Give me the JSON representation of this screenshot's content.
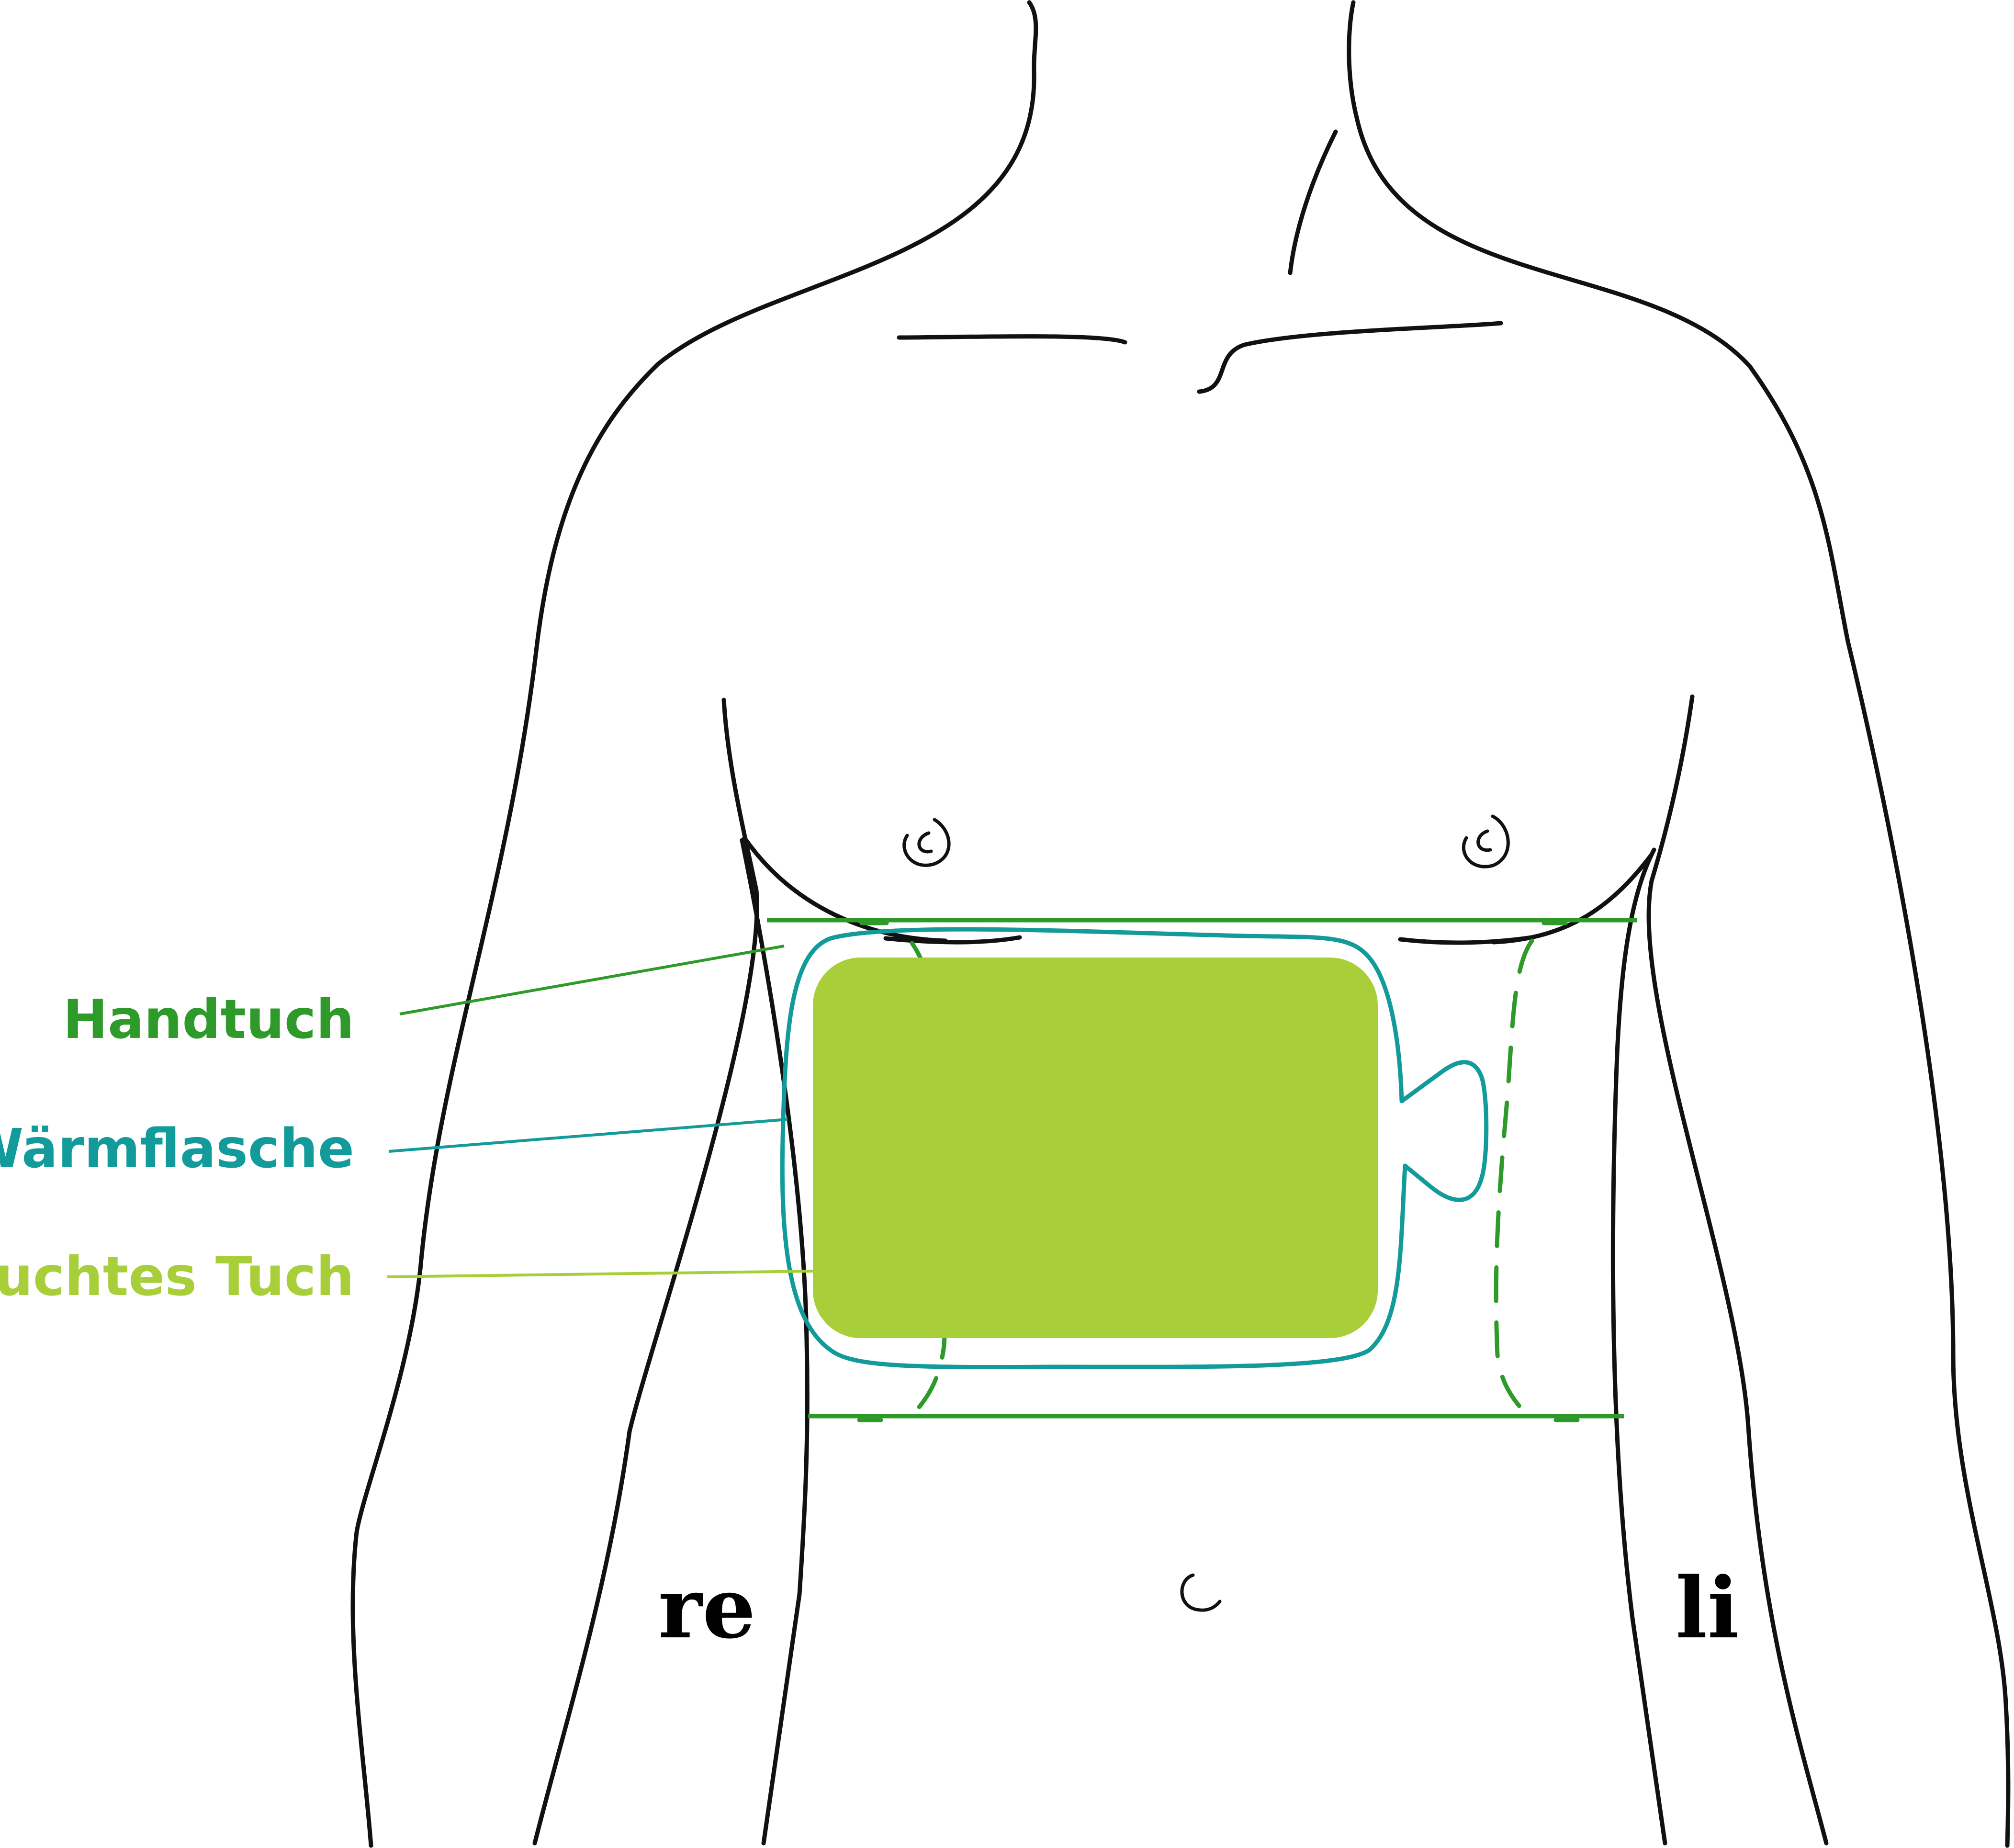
{
  "labels": {
    "handtuch": "Handtuch",
    "waermflasche": "Wärmflasche",
    "feuchtes_tuch": "feuchtes Tuch",
    "right_side": "re",
    "left_side": "li"
  },
  "colors": {
    "outline": "#111111",
    "handtuch": "#2e9a2a",
    "waermflasche": "#139a9a",
    "feuchtes_tuch": "#a8cf3a",
    "side_label": "#000000"
  }
}
